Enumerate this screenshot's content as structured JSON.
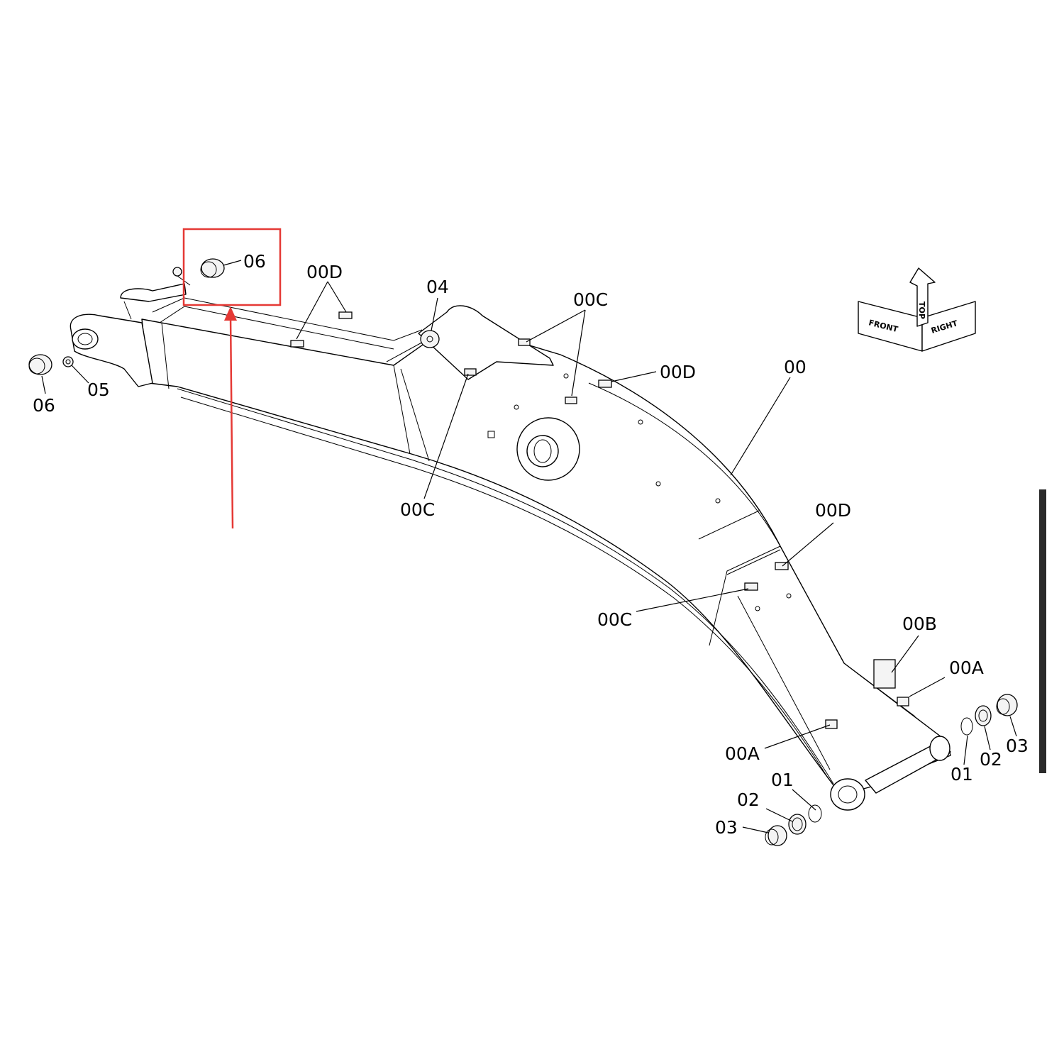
{
  "callouts": {
    "c06_top": "06",
    "c06_left": "06",
    "c05": "05",
    "c04": "04",
    "c00": "00",
    "c00D_1": "00D",
    "c00D_2": "00D",
    "c00D_3": "00D",
    "c00C_1": "00C",
    "c00C_2": "00C",
    "c00C_3": "00C",
    "c00B": "00B",
    "c00A_1": "00A",
    "c00A_2": "00A",
    "c01_1": "01",
    "c02_1": "02",
    "c03_1": "03",
    "c01_2": "01",
    "c02_2": "02",
    "c03_2": "03"
  },
  "direction_indicator": {
    "front": "FRONT",
    "top": "TOP",
    "right": "RIGHT"
  },
  "colors": {
    "highlight": "#e53935",
    "line": "#000000",
    "background": "#ffffff"
  }
}
